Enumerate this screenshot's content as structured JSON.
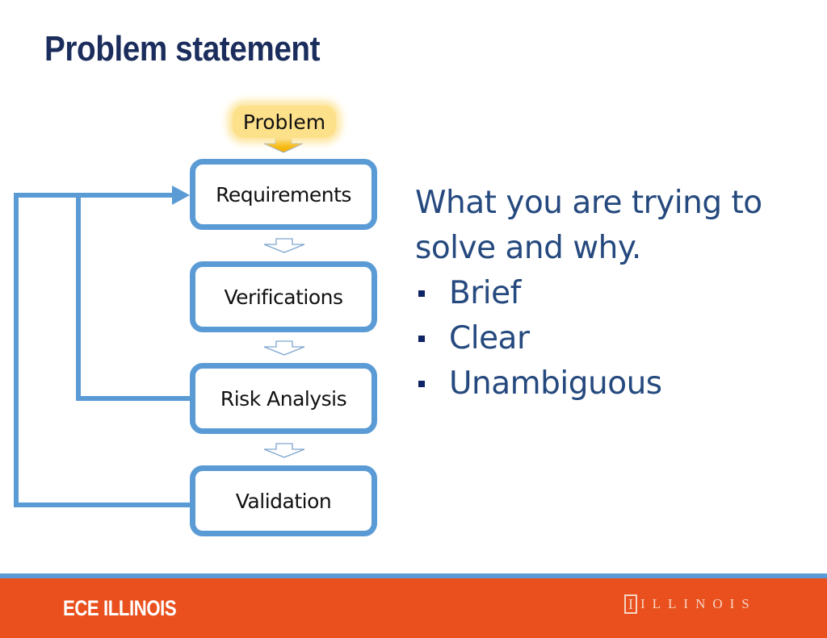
{
  "slide": {
    "title": "Problem statement"
  },
  "diagram": {
    "start": "Problem",
    "steps": [
      "Requirements",
      "Verifications",
      "Risk Analysis",
      "Validation"
    ],
    "feedback_loops": [
      {
        "from": "Risk Analysis",
        "to": "Requirements"
      },
      {
        "from": "Validation",
        "to": "Requirements"
      }
    ],
    "colors": {
      "box_border": "#5b9bd5",
      "problem_highlight": "#fde08a",
      "problem_arrow": "#f5b400"
    }
  },
  "body": {
    "intro_line1": "What you are trying to",
    "intro_line2": "solve and why.",
    "bullets": [
      "Brief",
      "Clear",
      "Unambiguous"
    ]
  },
  "footer": {
    "left_logo": "ECE ILLINOIS",
    "right_logo_mark": "I",
    "right_logo_text": "ILLINOIS",
    "background": "#e9501e",
    "stripe": "#5b9bd5"
  }
}
